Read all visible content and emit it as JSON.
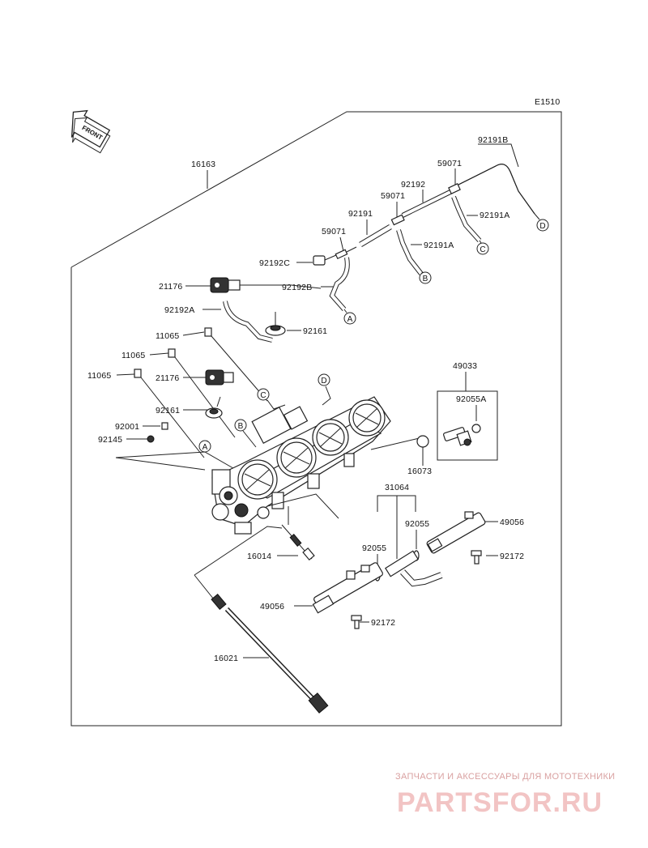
{
  "diagram": {
    "code": "E1510",
    "front_label": "FRONT",
    "callouts": [
      "A",
      "B",
      "C",
      "D"
    ],
    "parts": {
      "p16163": "16163",
      "p92191B": "92191B",
      "p59071_top": "59071",
      "p92192": "92192",
      "p59071_mid": "59071",
      "p92191A_right": "92191A",
      "p92191": "92191",
      "p59071_low": "59071",
      "p92191A_mid": "92191A",
      "p92192C": "92192C",
      "p21176_top": "21176",
      "p92192B": "92192B",
      "p92192A": "92192A",
      "p92161_top": "92161",
      "p11065_a": "11065",
      "p11065_b": "11065",
      "p11065_c": "11065",
      "p21176_mid": "21176",
      "p92161_mid": "92161",
      "p49033": "49033",
      "p92055A": "92055A",
      "p92001": "92001",
      "p92145": "92145",
      "p16073": "16073",
      "p31064": "31064",
      "p92055_right": "92055",
      "p49056_right": "49056",
      "p92055_left": "92055",
      "p92172_right": "92172",
      "p16014": "16014",
      "p49056_left": "49056",
      "p92172_left": "92172",
      "p16021": "16021"
    }
  },
  "watermark": {
    "line1": "ЗАПЧАСТИ И АКСЕССУАРЫ ДЛЯ МОТОТЕХНИКИ",
    "line2": "PARTSFOR.RU",
    "color": "#e8a8a8"
  }
}
